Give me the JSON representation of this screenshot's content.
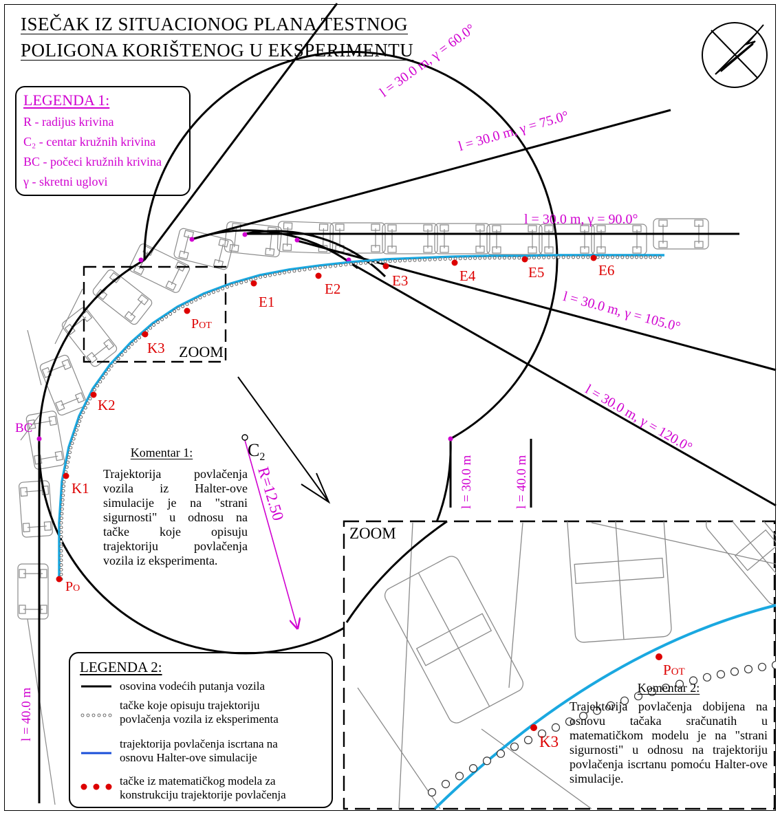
{
  "title": {
    "line1": "ISEČAK IZ SITUACIONOG PLANA TESTNOG",
    "line2": "POLIGONA KORIŠTENOG U EKSPERIMENTU"
  },
  "legend1": {
    "heading": "LEGENDA 1:",
    "items": [
      "R - radijus krivina",
      "C₂ - centar kružnih krivina",
      "BC - počeci kružnih krivina",
      "γ  - skretni uglovi"
    ]
  },
  "legend2": {
    "heading": "LEGENDA 2:",
    "items": [
      {
        "symbol": "solid-black-line",
        "line1": "osovina vodećih putanja vozila",
        "line2": ""
      },
      {
        "symbol": "dotted-circles",
        "line1": "tačke koje opisuju trajektoriju",
        "line2": "povlačenja vozila iz eksperimenta"
      },
      {
        "symbol": "blue-line",
        "line1": "trajektorija povlačenja iscrtana na",
        "line2": "osnovu Halter-ove simulacije"
      },
      {
        "symbol": "red-dots",
        "line1": "tačke iz matematičkog modela za",
        "line2": "konstrukciju trajektorije povlačenja"
      }
    ]
  },
  "branch_labels": [
    "l = 30.0 m, γ = 60.0°",
    "l = 30.0 m, γ = 75.0°",
    "l = 30.0 m, γ = 90.0°",
    "l = 30.0 m, γ = 105.0°",
    "l = 30.0 m, γ = 120.0°"
  ],
  "vertical_labels": {
    "right_30": "l = 30.0 m",
    "right_40": "l = 40.0 m",
    "left_40": "l = 40.0 m"
  },
  "radius_label": "R=12.50",
  "center_label": "C",
  "center_sub": "2",
  "bc_label": "BC",
  "points": {
    "po": "P",
    "po_sub": "O",
    "k1": "K1",
    "k2": "K2",
    "k3": "K3",
    "pot": "P",
    "pot_sub": "OT",
    "e1": "E1",
    "e2": "E2",
    "e3": "E3",
    "e4": "E4",
    "e5": "E5",
    "e6": "E6"
  },
  "zoom_label": "ZOOM",
  "zoom_panel_label": "ZOOM",
  "zoom_points": {
    "k3": "K3",
    "pot": "P",
    "pot_sub": "OT"
  },
  "comment1": {
    "heading": "Komentar 1:",
    "text": "Trajektorija povlačenja vozila iz Halter-ove simulacije je na \"strani sigurnosti\" u odnosu na tačke koje opisuju trajektoriju povlačenja vozila iz eksperimenta."
  },
  "comment2": {
    "heading": "Komentar 2:",
    "text": "Trajektorija povlačenja dobijena na osnovu tačaka sračunatih u matematičkom modelu je na \"strani sigurnosti\" u odnosu na trajektoriju povlačenja iscrtanu pomoću Halter-ove simulacije."
  },
  "colors": {
    "axis": "#000000",
    "annotation": "#d000d0",
    "model_points": "#dd0000",
    "halter": "#1aa8e0",
    "vehicle": "#8a8a8a"
  }
}
